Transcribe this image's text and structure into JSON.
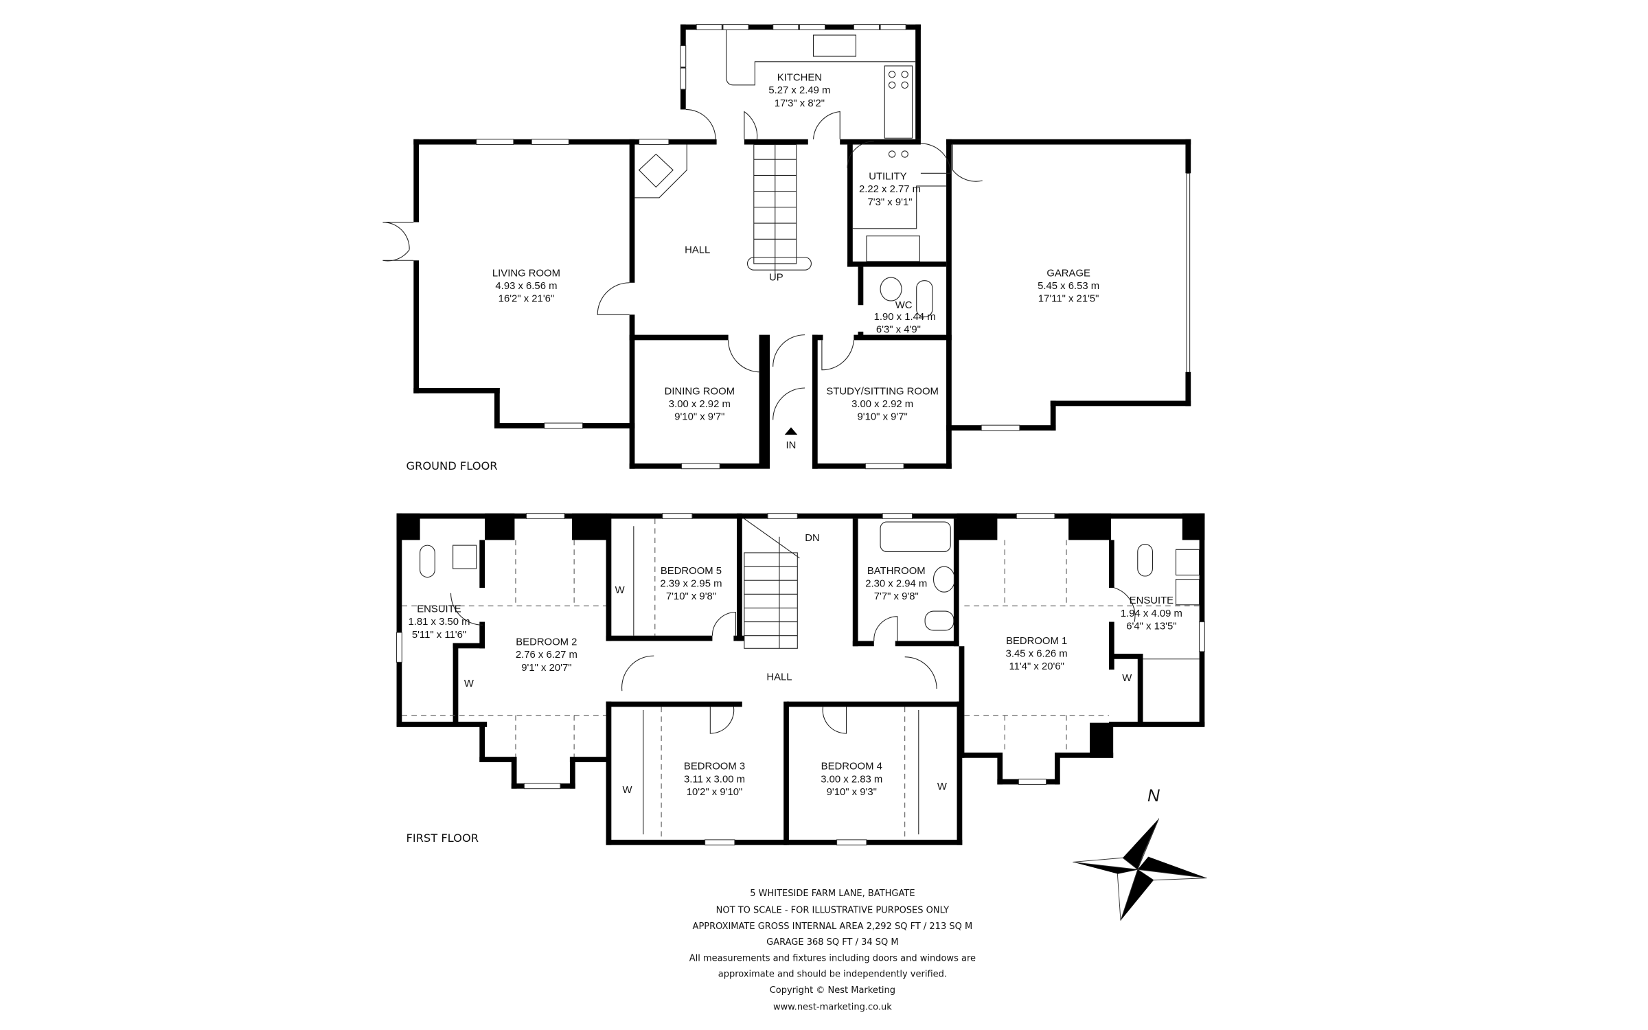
{
  "ground_floor": {
    "label": "GROUND FLOOR",
    "rooms": [
      {
        "name": "KITCHEN",
        "metric": "5.27 x 2.49 m",
        "imperial": "17'3\" x 8'2\""
      },
      {
        "name": "LIVING ROOM",
        "metric": "4.93 x 6.56 m",
        "imperial": "16'2\" x 21'6\""
      },
      {
        "name": "HALL"
      },
      {
        "name": "UTILITY",
        "metric": "2.22 x 2.77 m",
        "imperial": "7'3\" x 9'1\""
      },
      {
        "name": "WC",
        "metric": "1.90 x 1.44 m",
        "imperial": "6'3\" x 4'9\""
      },
      {
        "name": "GARAGE",
        "metric": "5.45 x 6.53 m",
        "imperial": "17'11\" x 21'5\""
      },
      {
        "name": "DINING ROOM",
        "metric": "3.00 x 2.92 m",
        "imperial": "9'10\" x 9'7\""
      },
      {
        "name": "STUDY/SITTING ROOM",
        "metric": "3.00 x 2.92 m",
        "imperial": "9'10\" x 9'7\""
      }
    ],
    "stairs_label": "UP",
    "entrance_label": "IN"
  },
  "first_floor": {
    "label": "FIRST FLOOR",
    "rooms": [
      {
        "name": "ENSUITE",
        "metric": "1.81 x 3.50 m",
        "imperial": "5'11\" x 11'6\""
      },
      {
        "name": "BEDROOM 2",
        "metric": "2.76 x 6.27 m",
        "imperial": "9'1\" x 20'7\""
      },
      {
        "name": "BEDROOM 5",
        "metric": "2.39 x 2.95 m",
        "imperial": "7'10\" x 9'8\""
      },
      {
        "name": "BATHROOM",
        "metric": "2.30 x 2.94 m",
        "imperial": "7'7\" x 9'8\""
      },
      {
        "name": "BEDROOM 1",
        "metric": "3.45 x 6.26 m",
        "imperial": "11'4\" x 20'6\""
      },
      {
        "name": "ENSUITE",
        "metric": "1.94 x 4.09 m",
        "imperial": "6'4\" x 13'5\""
      },
      {
        "name": "HALL"
      },
      {
        "name": "BEDROOM 3",
        "metric": "3.11 x 3.00 m",
        "imperial": "10'2\" x 9'10\""
      },
      {
        "name": "BEDROOM 4",
        "metric": "3.00 x 2.83 m",
        "imperial": "9'10\" x 9'3\""
      }
    ],
    "stairs_label": "DN",
    "wardrobe_label": "W"
  },
  "compass": {
    "label": "N"
  },
  "footer": {
    "lines": [
      "5 WHITESIDE FARM LANE, BATHGATE",
      "NOT TO SCALE - FOR ILLUSTRATIVE PURPOSES ONLY",
      "APPROXIMATE GROSS INTERNAL AREA 2,292 SQ FT / 213 SQ M",
      "GARAGE 368 SQ FT / 34 SQ M",
      "All measurements and fixtures including doors and windows are",
      "approximate and should be independently verified.",
      "Copyright © Nest Marketing",
      "www.nest-marketing.co.uk"
    ]
  }
}
